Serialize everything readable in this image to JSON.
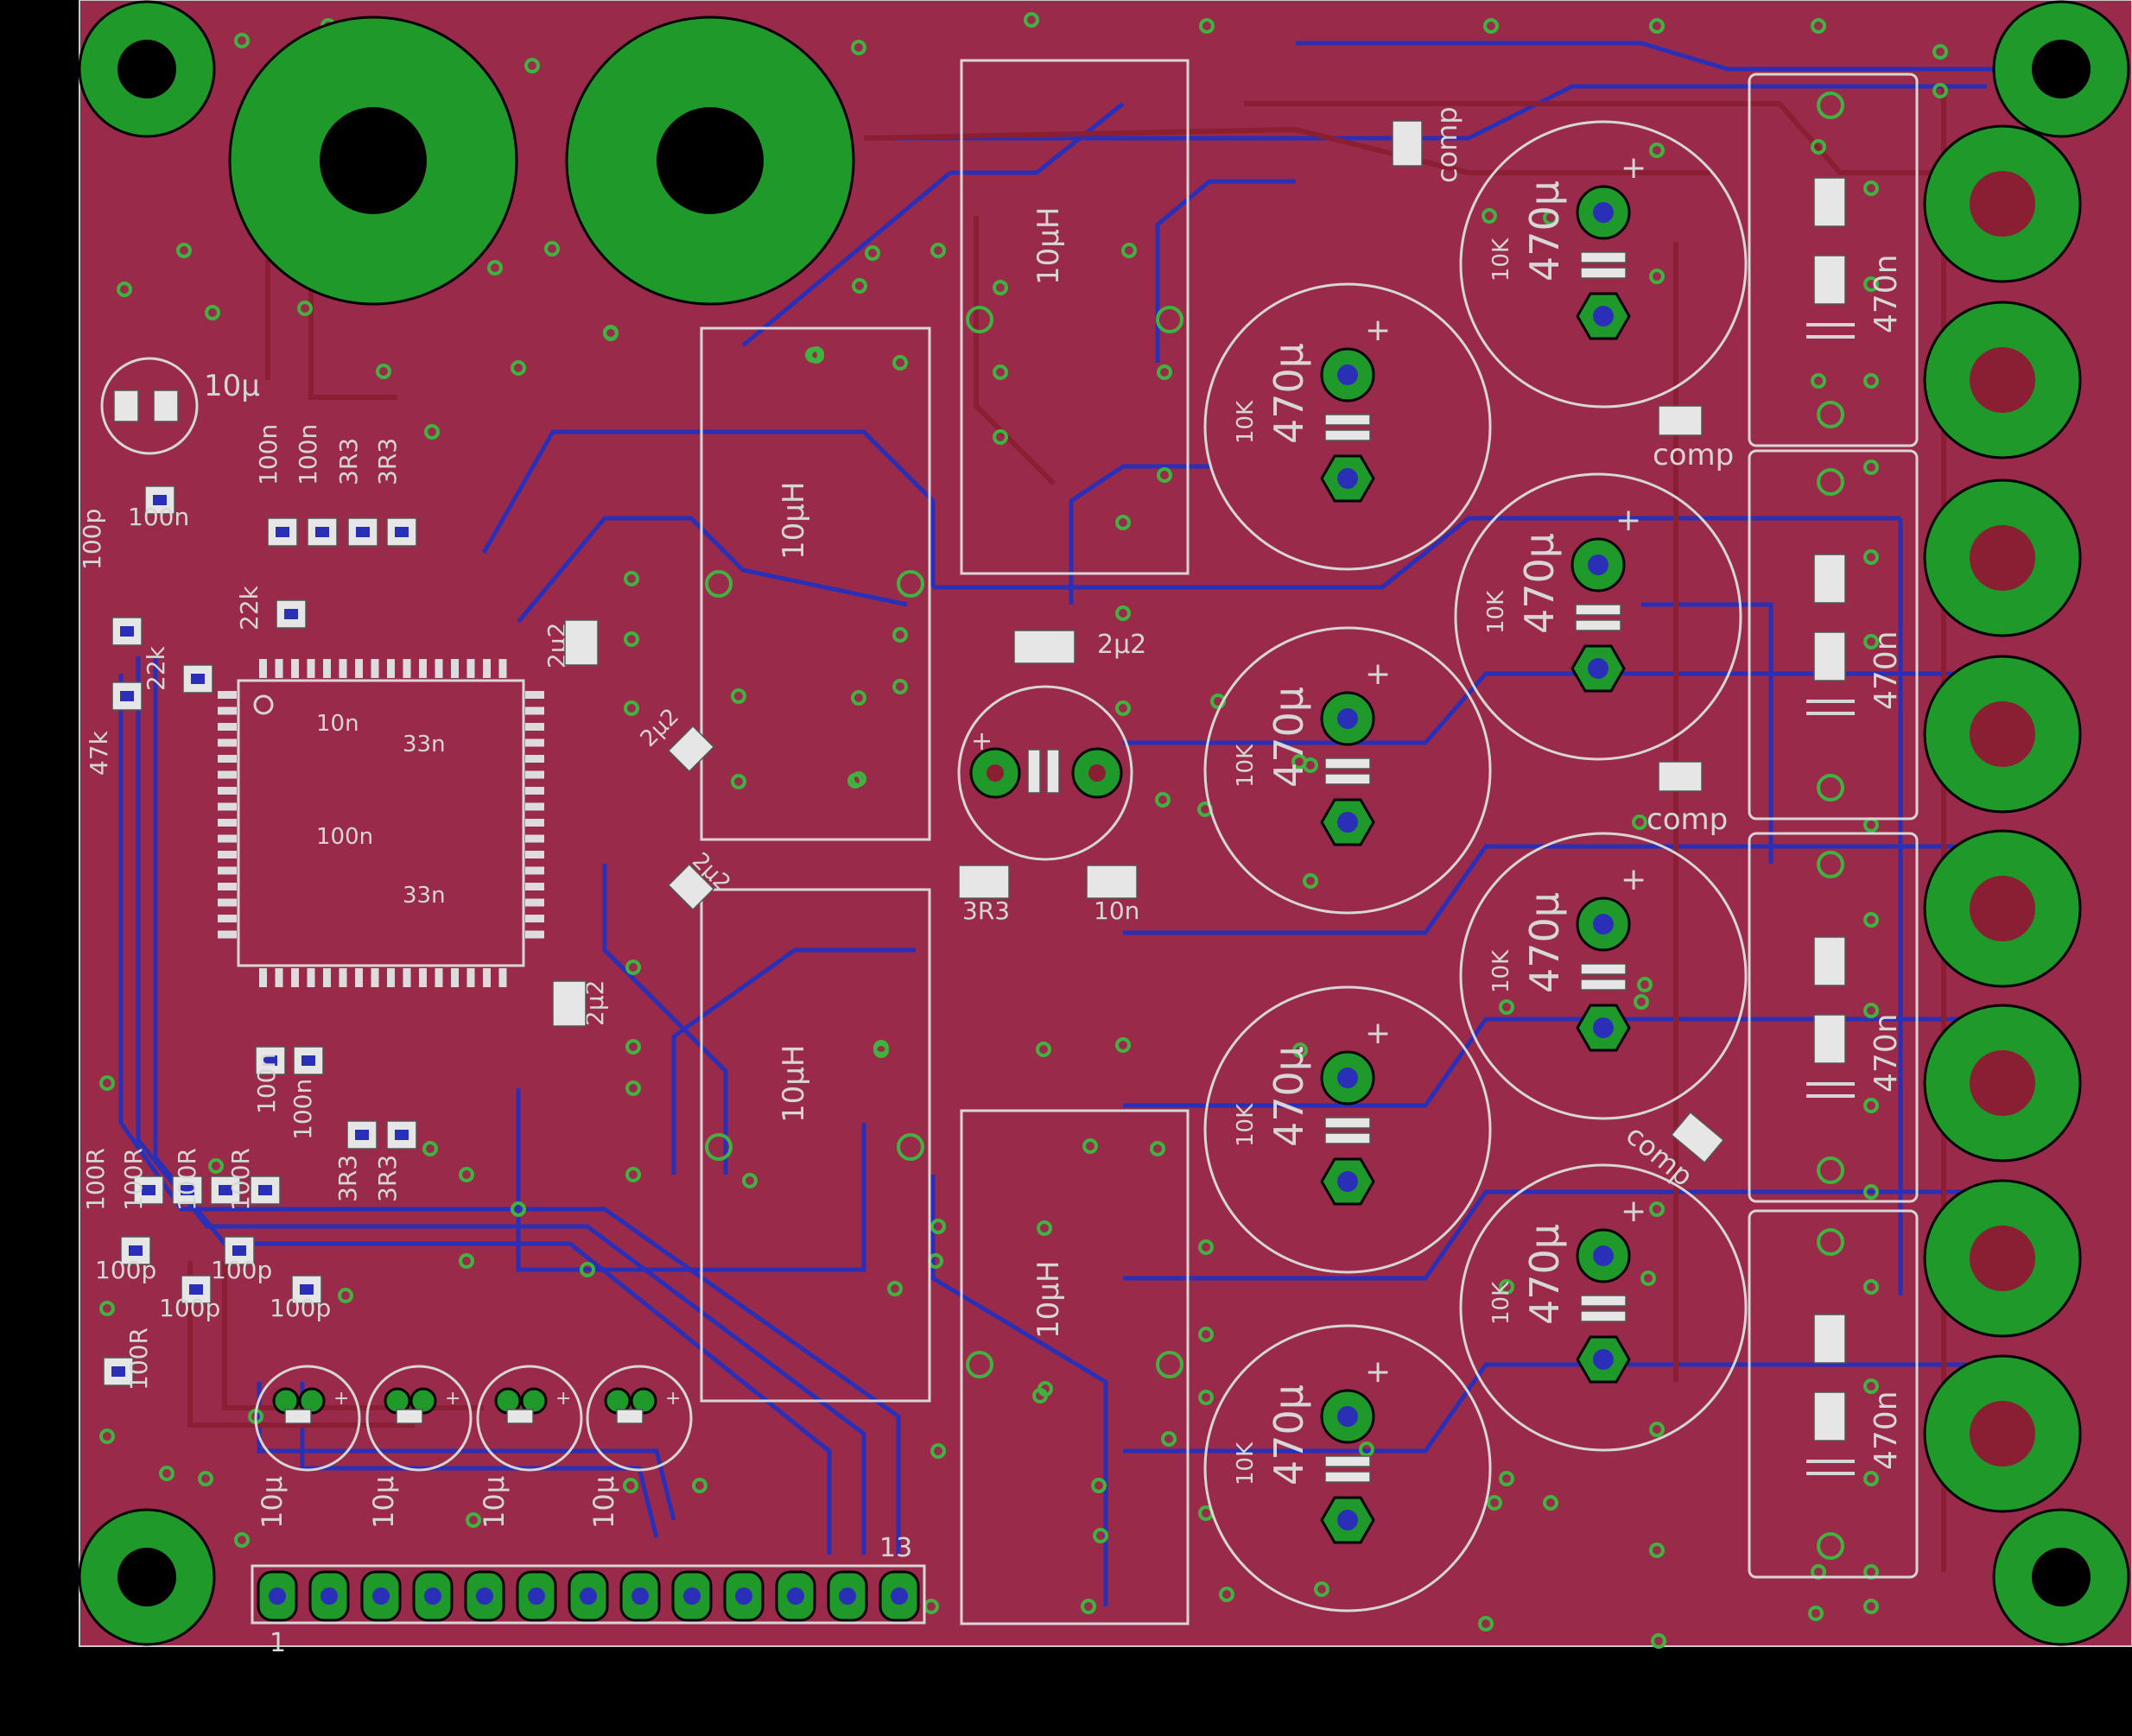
{
  "board": {
    "colors": {
      "background": "#000000",
      "copper_top": "#9a2a4a",
      "trace_bottom": "#2a2fb8",
      "trace_top": "#8a1e32",
      "pad": "#1f9a2a",
      "silkscreen": "#d6d6d6"
    }
  },
  "labels": {
    "cap_470u": "470µ",
    "cap_10u": "10µ",
    "inductor": "10µH",
    "res_10k": "10K",
    "cap_470n": "470n",
    "cap_100n": "100n",
    "cap_100p": "100p",
    "res_100r": "100R",
    "res_3r3": "3R3",
    "res_22k": "22k",
    "res_47k": "47k",
    "cap_2u2": "2µ2",
    "cap_10n": "10n",
    "cap_33n": "33n",
    "comp": "comp",
    "plus": "+",
    "header_pin1": "1",
    "header_pin13": "13"
  }
}
